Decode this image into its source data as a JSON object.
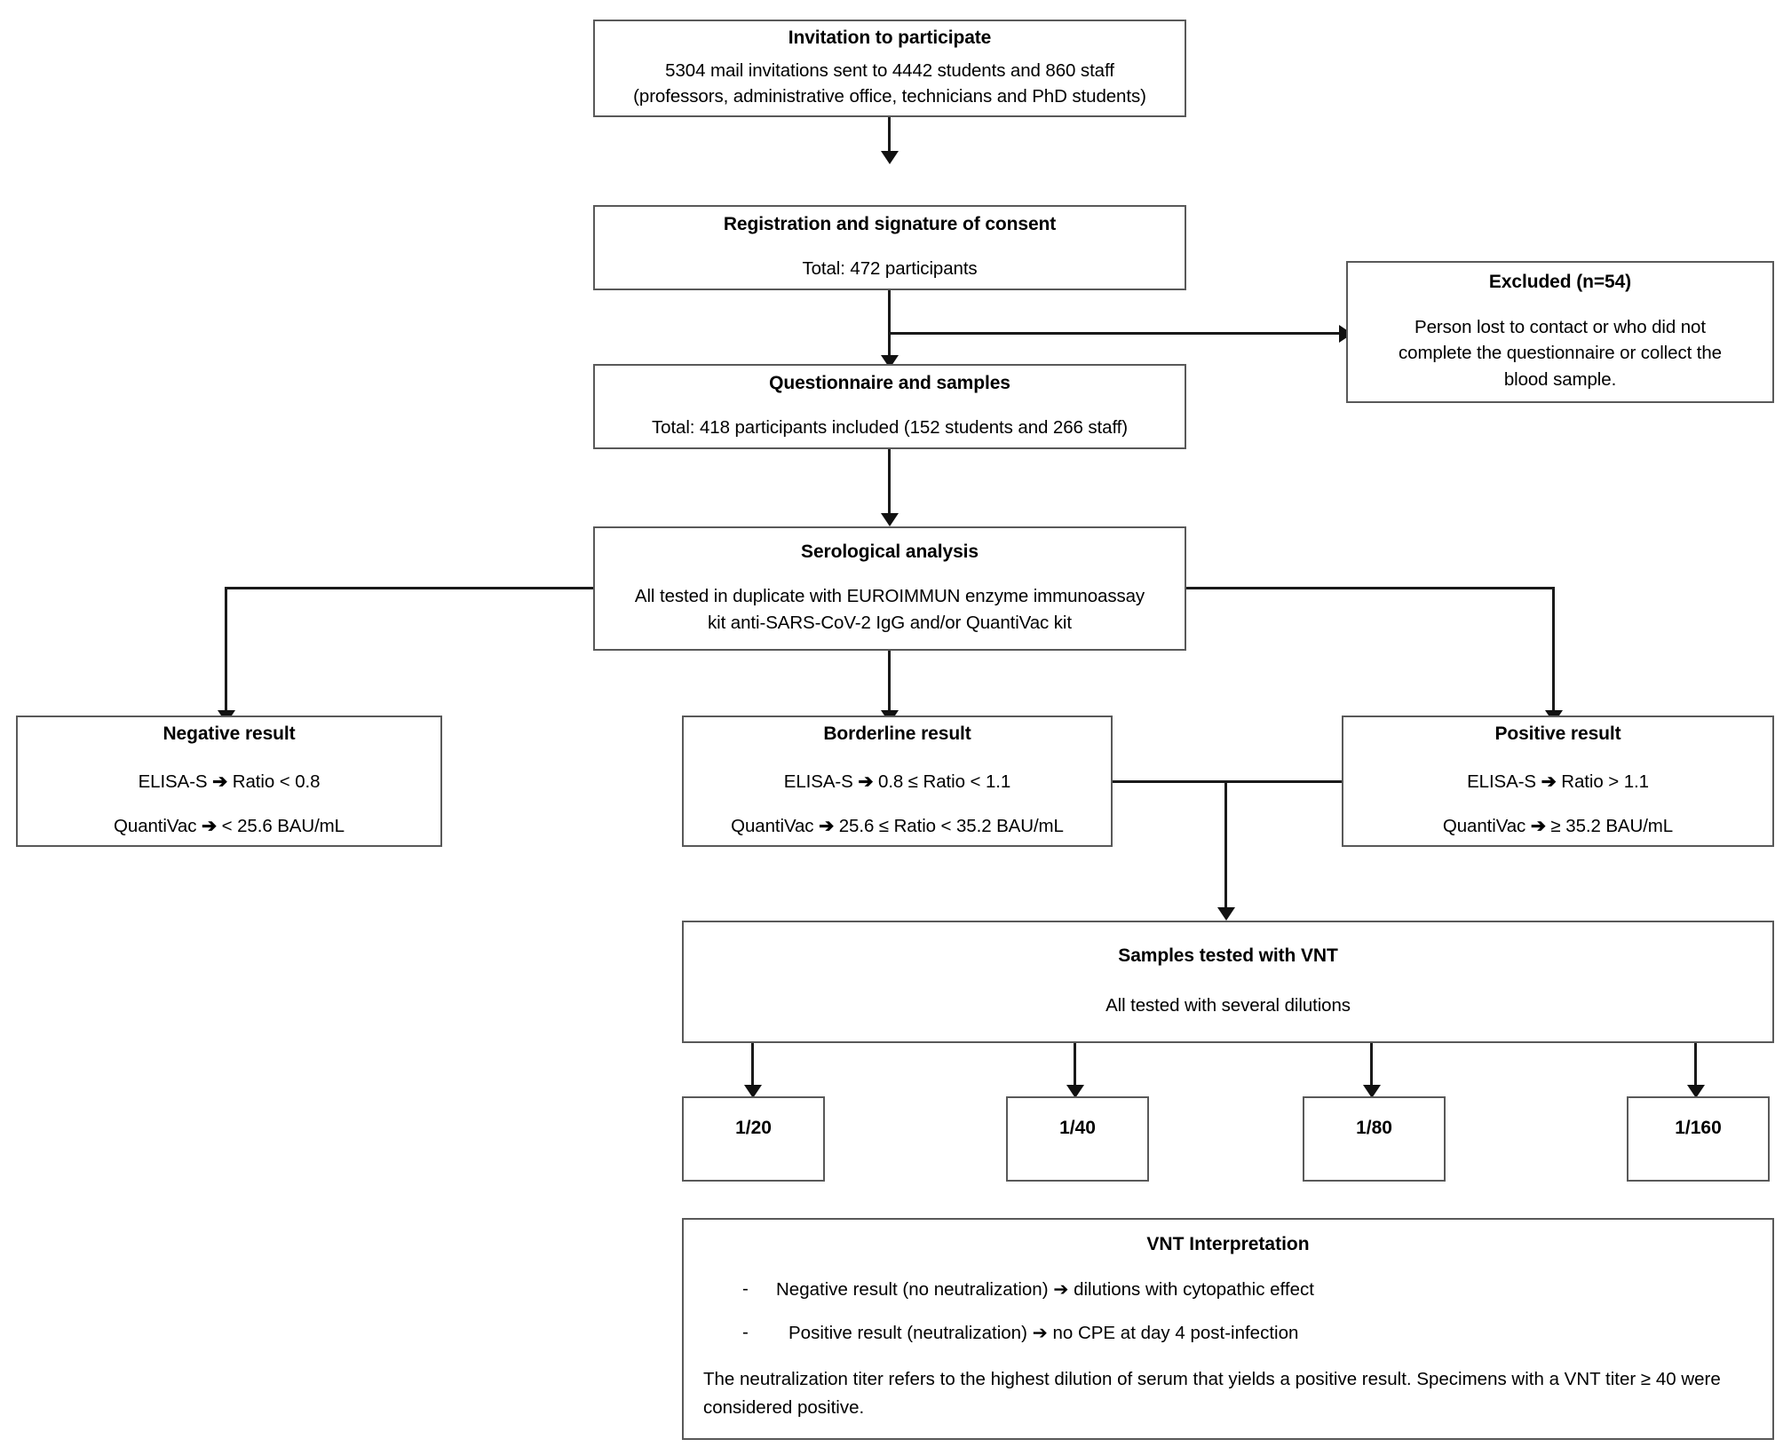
{
  "diagram": {
    "title": "Study participant flow and serological testing diagram",
    "line_color": "#1a1a1a",
    "box_border_color": "#595959",
    "background": "#ffffff"
  },
  "boxes": {
    "invitation": {
      "title": "Invitation to participate",
      "line1": "5304 mail invitations sent to 4442 students and 860 staff",
      "line2": "(professors, administrative office, technicians and PhD students)"
    },
    "registration": {
      "title": "Registration and signature of consent",
      "line1": "Total: 472 participants"
    },
    "excluded": {
      "title": "Excluded (n=54)",
      "line1": "Person lost to contact or who did not",
      "line2": "complete the questionnaire or collect the",
      "line3": "blood sample."
    },
    "questionnaire": {
      "title": "Questionnaire and samples",
      "line1": "Total: 418 participants included (152  students and 266  staff)"
    },
    "serological": {
      "title": "Serological analysis",
      "line1": "All tested in duplicate with EUROIMMUN enzyme immunoassay",
      "line2": "kit anti-SARS-CoV-2 IgG and/or QuantiVac kit"
    },
    "negative": {
      "title": "Negative result",
      "line1_label": "ELISA-S",
      "line1_arrow": "➔",
      "line1_value": "Ratio < 0.8",
      "line2_label": "QuantiVac",
      "line2_arrow": "➔",
      "line2_value": "< 25.6 BAU/mL"
    },
    "borderline": {
      "title": "Borderline result",
      "line1_label": "ELISA-S",
      "line1_arrow": "➔",
      "line1_value": "0.8 ≤ Ratio < 1.1",
      "line2_label": "QuantiVac",
      "line2_arrow": "➔",
      "line2_value": "25.6 ≤ Ratio < 35.2 BAU/mL"
    },
    "positive": {
      "title": "Positive result",
      "line1_label": "ELISA-S",
      "line1_arrow": "➔",
      "line1_value": "Ratio > 1.1",
      "line2_label": "QuantiVac",
      "line2_arrow": "➔",
      "line2_value": "≥ 35.2 BAU/mL"
    },
    "vnt": {
      "title": "Samples tested with VNT",
      "line1": "All tested with several dilutions"
    },
    "dilutions": [
      {
        "label": "1/20"
      },
      {
        "label": "1/40"
      },
      {
        "label": "1/80"
      },
      {
        "label": "1/160"
      }
    ],
    "interpretation": {
      "title": "VNT Interpretation",
      "bullet1_dash": "-",
      "bullet1": "Negative result (no neutralization) ➔ dilutions with cytopathic effect",
      "bullet2_dash": "-",
      "bullet2": "Positive result (neutralization) ➔ no CPE at day 4 post-infection",
      "paragraph": "The neutralization titer refers to the highest dilution of serum that yields a positive result. Specimens with a VNT titer ≥ 40 were considered positive."
    }
  }
}
